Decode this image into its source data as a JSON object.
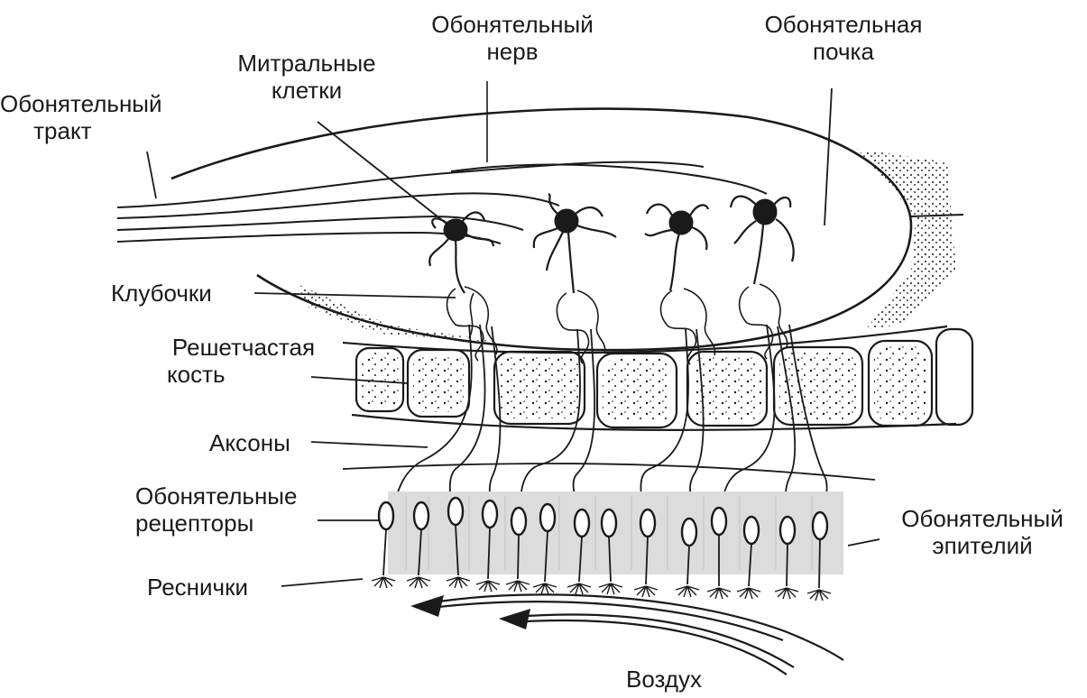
{
  "labels": {
    "olfactory_tract": [
      "Обонятельный",
      "тракт"
    ],
    "mitral_cells": [
      "Митральные",
      "клетки"
    ],
    "olfactory_nerve": [
      "Обонятельный",
      "нерв"
    ],
    "olfactory_bulb": [
      "Обонятельная",
      "почка"
    ],
    "glomeruli": "Клубочки",
    "ethmoid_bone": [
      "Решетчастая",
      "кость"
    ],
    "axons": "Аксоны",
    "olfactory_receptors": [
      "Обонятельные",
      "рецепторы"
    ],
    "cilia": "Реснички",
    "olfactory_epithelium": [
      "Обонятельный",
      "эпителий"
    ],
    "air": "Воздух"
  },
  "colors": {
    "ink": "#1a1a1a",
    "epithelium_fill": "#dcdcdc",
    "background": "#ffffff"
  }
}
